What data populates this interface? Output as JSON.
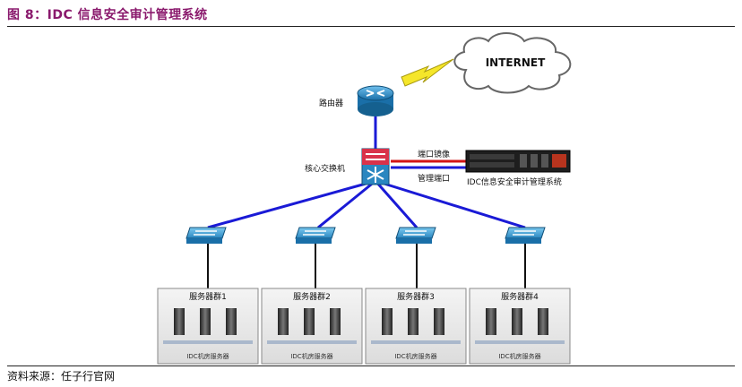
{
  "header": {
    "title": "图 8：IDC 信息安全审计管理系统"
  },
  "diagram": {
    "internet_label": "INTERNET",
    "router_label": "路由器",
    "core_switch_label": "核心交换机",
    "port_mirror_label": "端口镜像",
    "mgmt_port_label": "管理端口",
    "audit_system_label": "IDC信息安全审计管理系统",
    "server_groups": [
      {
        "label": "服务器群1",
        "footer": "IDC机房服务器"
      },
      {
        "label": "服务器群2",
        "footer": "IDC机房服务器"
      },
      {
        "label": "服务器群3",
        "footer": "IDC机房服务器"
      },
      {
        "label": "服务器群4",
        "footer": "IDC机房服务器"
      }
    ],
    "colors": {
      "link_blue": "#1a1ad6",
      "mirror_red": "#d21414",
      "title_purple": "#8a1a6d"
    }
  },
  "footer": {
    "source": "资料来源：任子行官网"
  }
}
